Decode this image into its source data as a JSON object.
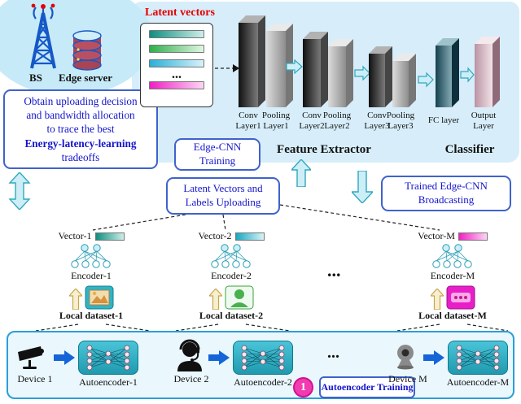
{
  "colors": {
    "accent_blue": "#1414cc",
    "panel_blue": "#d7eefa",
    "title_red": "#e60000",
    "teal": "#2fb3c7",
    "magenta": "#f23bb0"
  },
  "station": {
    "bs_label": "BS",
    "edge_server_label": "Edge server"
  },
  "decision_box": {
    "line1": "Obtain uploading decision",
    "line2": "and bandwidth allocation",
    "line3": "to trace the best",
    "line4": "Energy-latency-learning",
    "line5": "tradeoffs"
  },
  "edge_panel": {
    "latent_vectors_title": "Latent vectors",
    "ellipsis": "...",
    "cnn_layers": [
      {
        "line1": "Conv",
        "line2": "Layer1"
      },
      {
        "line1": "Pooling",
        "line2": "Layer1"
      },
      {
        "line1": "Conv",
        "line2": "Layer2"
      },
      {
        "line1": "Pooling",
        "line2": "Layer2"
      },
      {
        "line1": "Conv",
        "line2": "Layer3"
      },
      {
        "line1": "Pooling",
        "line2": "Layer3"
      }
    ],
    "fc_label": "FC layer",
    "output_label_line1": "Output",
    "output_label_line2": "Layer",
    "feature_extractor_label": "Feature Extractor",
    "classifier_label": "Classifier"
  },
  "flow_boxes": {
    "edge_cnn_training_line1": "Edge-CNN",
    "edge_cnn_training_line2": "Training",
    "upload_line1": "Latent Vectors and",
    "upload_line2": "Labels Uploading",
    "broadcast_line1": "Trained Edge-CNN",
    "broadcast_line2": "Broadcasting"
  },
  "encoder_groups": [
    {
      "vector": "Vector-1",
      "encoder": "Encoder-1",
      "dataset": "Local dataset-1"
    },
    {
      "vector": "Vector-2",
      "encoder": "Encoder-2",
      "dataset": "Local dataset-2"
    },
    {
      "vector": "Vector-M",
      "encoder": "Encoder-M",
      "dataset": "Local dataset-M"
    }
  ],
  "middle_ellipsis": "...",
  "device_row": {
    "devices": [
      {
        "device": "Device 1",
        "autoencoder": "Autoencoder-1"
      },
      {
        "device": "Device 2",
        "autoencoder": "Autoencoder-2"
      },
      {
        "device": "Device M",
        "autoencoder": "Autoencoder-M"
      }
    ],
    "ellipsis": "...",
    "step_number": "1",
    "training_label": "Autoencoder Training"
  }
}
